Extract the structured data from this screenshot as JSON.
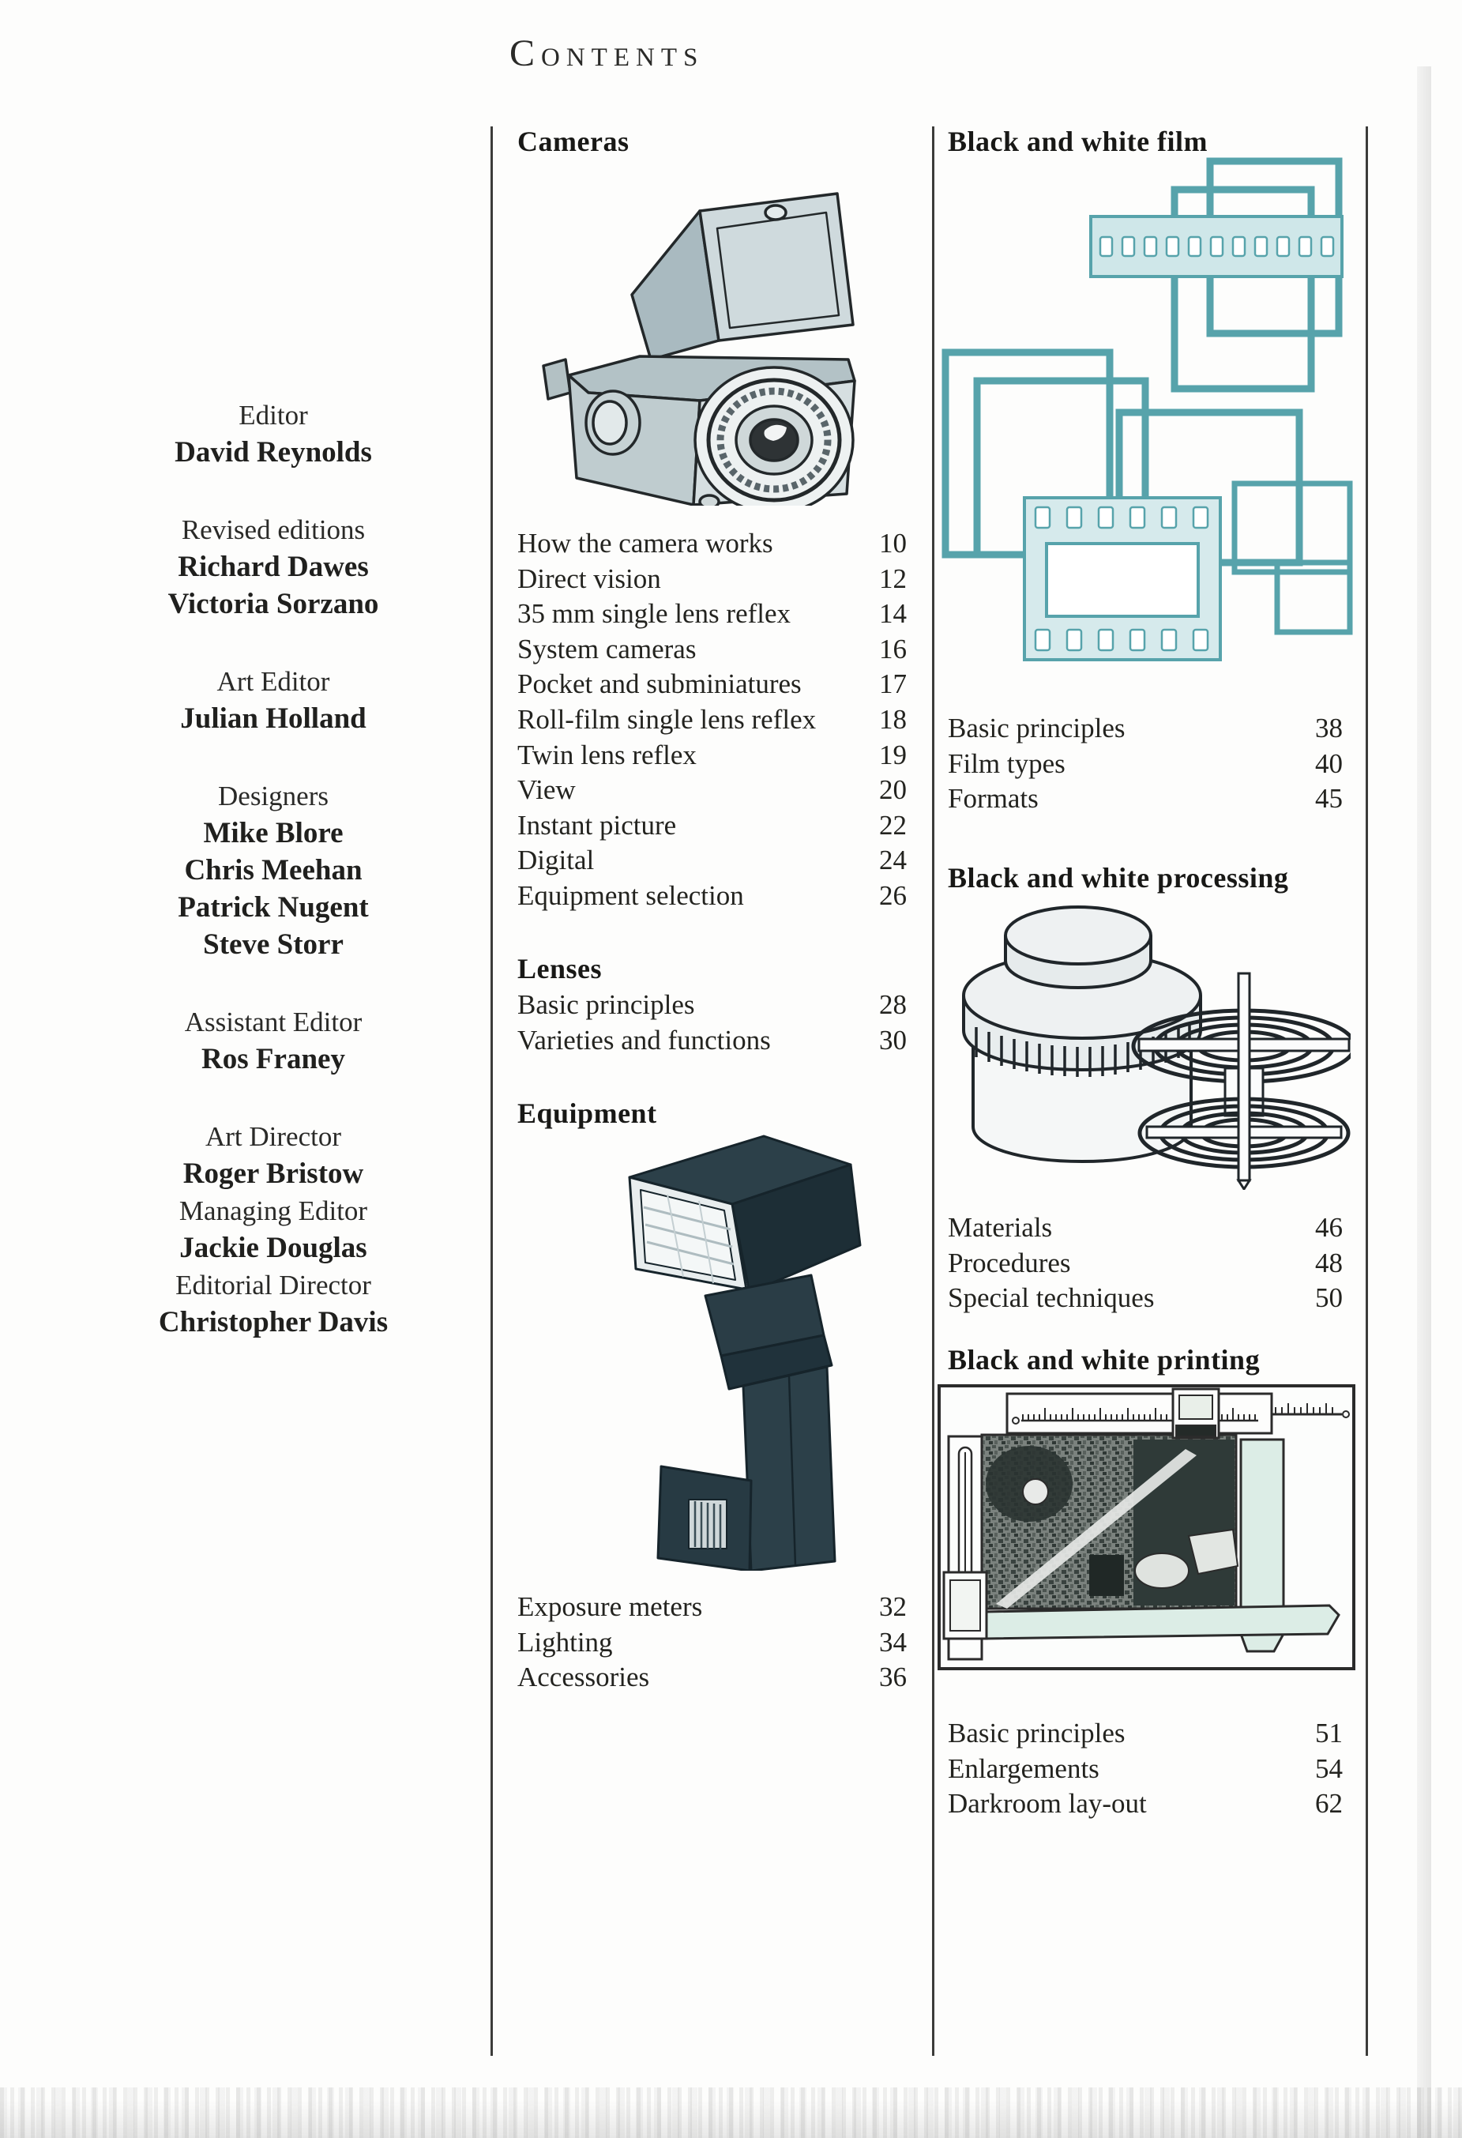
{
  "page": {
    "title": "Contents"
  },
  "palette": {
    "ink": "#1f1f1d",
    "film_teal": "#57a3ab",
    "film_teal_light": "#cfe7e9",
    "flash_dark": "#2c4049",
    "camera_gray": "#ccd8da",
    "mint": "#dcede6",
    "paper": "#fdfdfc"
  },
  "credits": {
    "groups": [
      {
        "lines": [
          {
            "t": "Editor",
            "b": 0
          },
          {
            "t": "David Reynolds",
            "b": 1
          }
        ]
      },
      {
        "lines": [
          {
            "t": "Revised editions",
            "b": 0
          },
          {
            "t": "Richard Dawes",
            "b": 1
          },
          {
            "t": "Victoria Sorzano",
            "b": 1
          }
        ]
      },
      {
        "lines": [
          {
            "t": "Art Editor",
            "b": 0
          },
          {
            "t": "Julian Holland",
            "b": 1
          }
        ]
      },
      {
        "lines": [
          {
            "t": "Designers",
            "b": 0
          },
          {
            "t": "Mike Blore",
            "b": 1
          },
          {
            "t": "Chris Meehan",
            "b": 1
          },
          {
            "t": "Patrick Nugent",
            "b": 1
          },
          {
            "t": "Steve Storr",
            "b": 1
          }
        ]
      },
      {
        "lines": [
          {
            "t": "Assistant Editor",
            "b": 0
          },
          {
            "t": "Ros Franey",
            "b": 1
          }
        ]
      },
      {
        "lines": [
          {
            "t": "Art Director",
            "b": 0
          },
          {
            "t": "Roger Bristow",
            "b": 1
          },
          {
            "t": "Managing Editor",
            "b": 0
          },
          {
            "t": "Jackie Douglas",
            "b": 1
          },
          {
            "t": "Editorial Director",
            "b": 0
          },
          {
            "t": "Christopher Davis",
            "b": 1
          }
        ]
      }
    ]
  },
  "toc": {
    "middle": [
      {
        "heading": "Cameras",
        "items": [
          {
            "label": "How the camera works",
            "page": "10"
          },
          {
            "label": "Direct vision",
            "page": "12"
          },
          {
            "label": "35 mm single lens reflex",
            "page": "14"
          },
          {
            "label": "System cameras",
            "page": "16"
          },
          {
            "label": "Pocket and subminiatures",
            "page": "17"
          },
          {
            "label": "Roll-film single lens reflex",
            "page": "18"
          },
          {
            "label": "Twin lens reflex",
            "page": "19"
          },
          {
            "label": "View",
            "page": "20"
          },
          {
            "label": "Instant picture",
            "page": "22"
          },
          {
            "label": "Digital",
            "page": "24"
          },
          {
            "label": "Equipment selection",
            "page": "26"
          }
        ]
      },
      {
        "heading": "Lenses",
        "items": [
          {
            "label": "Basic principles",
            "page": "28"
          },
          {
            "label": "Varieties and functions",
            "page": "30"
          }
        ]
      },
      {
        "heading": "Equipment",
        "items": [
          {
            "label": "Exposure meters",
            "page": "32"
          },
          {
            "label": "Lighting",
            "page": "34"
          },
          {
            "label": "Accessories",
            "page": "36"
          }
        ]
      }
    ],
    "right": [
      {
        "heading": "Black and white film",
        "items": [
          {
            "label": "Basic principles",
            "page": "38"
          },
          {
            "label": "Film types",
            "page": "40"
          },
          {
            "label": "Formats",
            "page": "45"
          }
        ]
      },
      {
        "heading": "Black and white processing",
        "items": [
          {
            "label": "Materials",
            "page": "46"
          },
          {
            "label": "Procedures",
            "page": "48"
          },
          {
            "label": "Special techniques",
            "page": "50"
          }
        ]
      },
      {
        "heading": "Black and white printing",
        "items": [
          {
            "label": "Basic principles",
            "page": "51"
          },
          {
            "label": "Enlargements",
            "page": "54"
          },
          {
            "label": "Darkroom lay-out",
            "page": "62"
          }
        ]
      }
    ]
  },
  "illustrations": {
    "camera": "medium-format-slr-camera",
    "flash": "handle-mount-flash-unit",
    "film": "film-format-frames",
    "tank": "developing-tank-and-reels",
    "printing": "darkroom-print-scene"
  }
}
